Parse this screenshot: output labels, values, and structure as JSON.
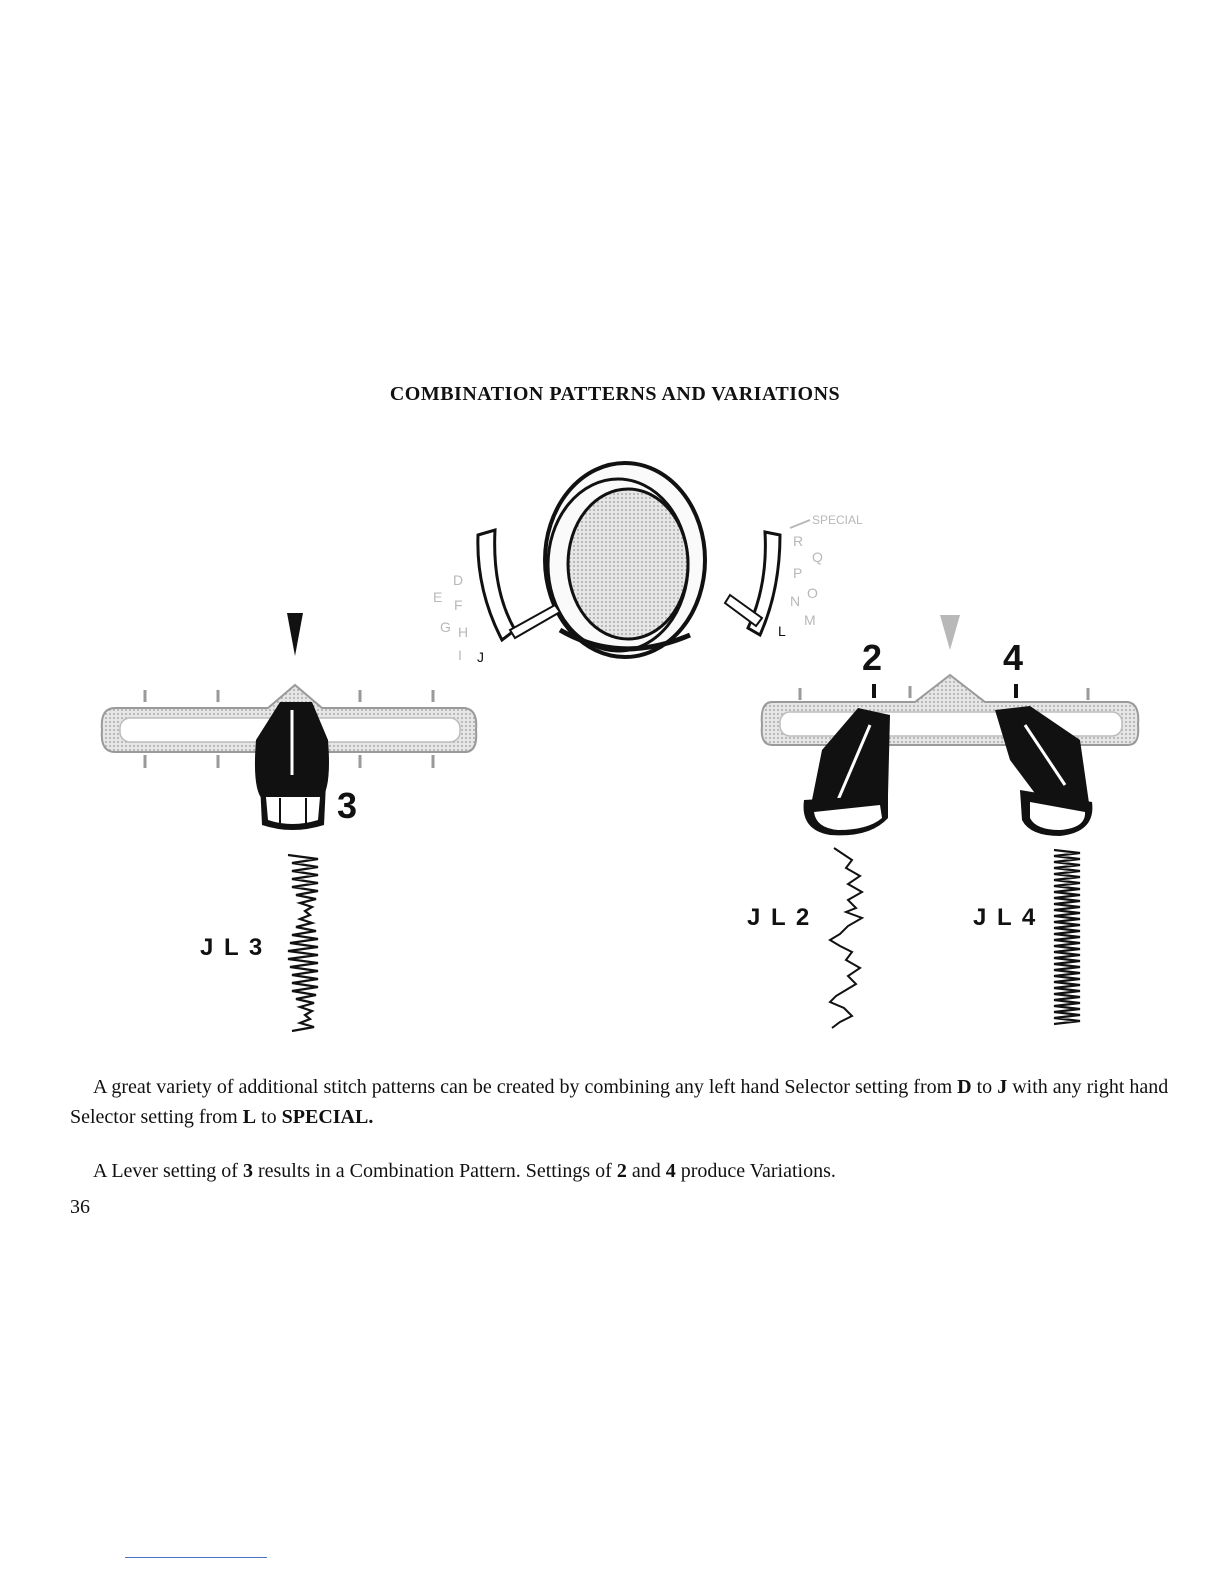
{
  "heading": "COMBINATION PATTERNS AND VARIATIONS",
  "figure": {
    "dial_left_letters": [
      "D",
      "E",
      "F",
      "G",
      "H",
      "I",
      "J"
    ],
    "dial_right_letters": [
      "SPECIAL",
      "R",
      "Q",
      "P",
      "O",
      "N",
      "M",
      "L"
    ],
    "lever_setting_left": "3",
    "lever_setting_right_a": "2",
    "lever_setting_right_b": "4",
    "stitch_label_left": "J L 3",
    "stitch_label_mid": "J L 2",
    "stitch_label_right": "J L 4"
  },
  "paragraph1": {
    "t1": "A great variety of additional stitch patterns can be created by combining any left hand Selector setting from ",
    "b1": "D",
    "t2": " to ",
    "b2": "J",
    "t3": " with any right hand Selector setting from ",
    "b3": "L",
    "t4": " to ",
    "b4": "SPECIAL."
  },
  "paragraph2": {
    "t1": "A Lever setting of ",
    "b1": "3",
    "t2": " results in a Combination Pattern. Settings of ",
    "b2": "2",
    "t3": " and ",
    "b3": "4",
    "t4": " produce Variations."
  },
  "page_number": "36",
  "colors": {
    "ink": "#111111",
    "gray": "#b8b8b8",
    "rule": "#4a73c4"
  }
}
